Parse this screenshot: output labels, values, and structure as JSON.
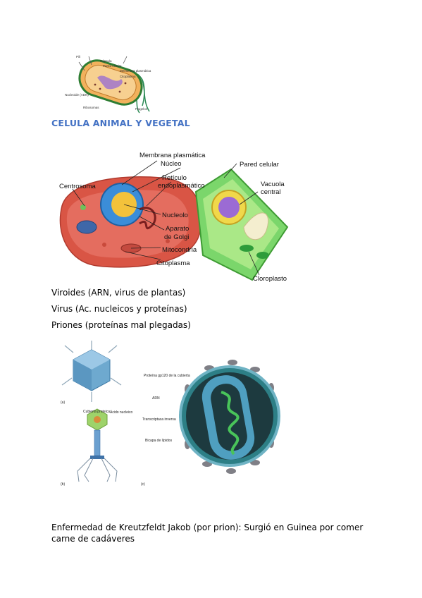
{
  "bacterium_figure": {
    "labels": [
      "Pili",
      "Cápsula",
      "Pared celular",
      "Membrana plasmática",
      "Citoplasma",
      "Nucleoide (ADN)",
      "Ribosomas",
      "Flagelos"
    ]
  },
  "section_heading": "CELULA ANIMAL Y VEGETAL",
  "cell_figure": {
    "labels": {
      "membrana": "Membrana plasmática",
      "nucleo": "Núcleo",
      "reticulo1": "Retículo",
      "reticulo2": "endoplasmático",
      "centrosoma": "Centrosoma",
      "nucleolo": "Nucleolo",
      "aparato1": "Aparato",
      "aparato2": "de Golgi",
      "mitocondria": "Mitocondria",
      "citoplasma": "Citoplasma",
      "pared": "Pared celular",
      "vacuola1": "Vacuola",
      "vacuola2": "central",
      "cloroplasto": "Cloroplasto"
    }
  },
  "paragraphs": [
    "Viroides (ARN, virus de plantas)",
    "Virus (Ac. nucleicos y proteínas)",
    "Priones (proteínas mal plegadas)"
  ],
  "virus_figure": {
    "labels": {
      "cubierta": "Cubierta proteica",
      "acido": "Ácido nucleico",
      "glucoproteina": "Proteína gp120 de la cubierta",
      "arn": "ARN",
      "transcriptasa": "Transcriptasa inversa",
      "lipidos": "Bicapa de lípidos",
      "a": "(a)",
      "b": "(b)",
      "c": "(c)"
    }
  },
  "closing_paragraph": "Enfermedad de Kreutzfeldt Jakob (por prion): Surgió en Guinea por comer carne de cadáveres"
}
